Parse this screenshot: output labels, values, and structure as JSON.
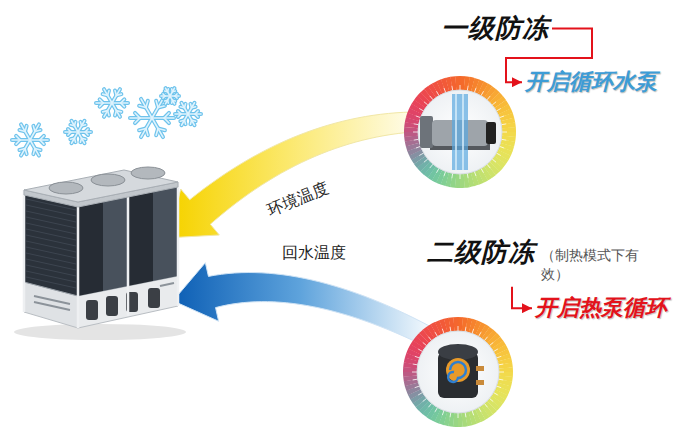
{
  "diagram": {
    "nodes": [
      {
        "text": [
          "一级防冻"
        ]
      },
      {
        "text": [
          "开启循环水泵"
        ]
      },
      {
        "text": [
          "二级防冻",
          "（制热模式下有效）"
        ]
      },
      {
        "text": [
          "开启热泵循环"
        ]
      }
    ],
    "edges": [
      {
        "from": 0,
        "to": 1,
        "arrow": "to"
      },
      {
        "from": 2,
        "to": 3,
        "arrow": "to"
      }
    ],
    "labels": [
      "环境温度",
      "回水温度"
    ]
  }
}
